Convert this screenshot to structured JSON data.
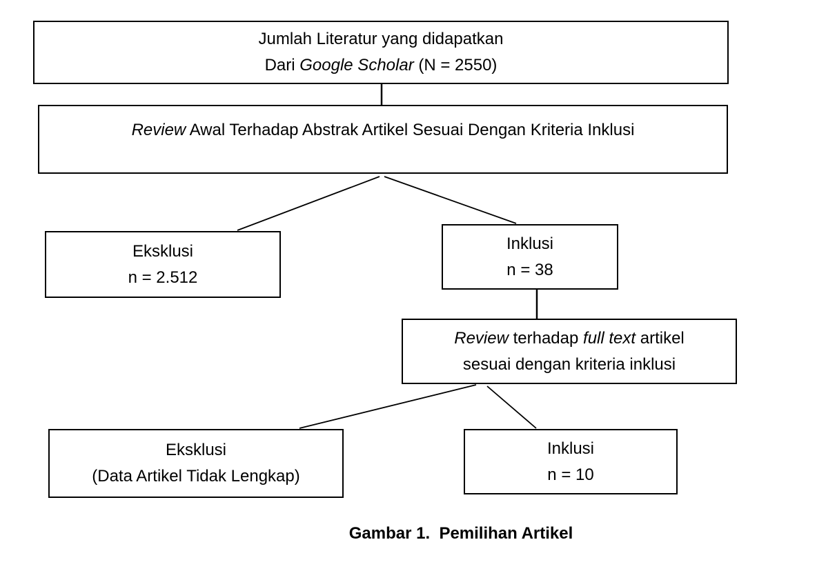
{
  "diagram": {
    "nodes": {
      "total": {
        "line1": "Jumlah Literatur yang didapatkan",
        "line2_pre": "Dari ",
        "line2_italic": "Google Scholar",
        "line2_post": " (N = 2550)"
      },
      "review_awal": {
        "italic": "Review",
        "rest": " Awal Terhadap Abstrak Artikel Sesuai Dengan Kriteria Inklusi"
      },
      "eksklusi_1": {
        "line1": "Eksklusi",
        "line2": "n = 2.512"
      },
      "inklusi_1": {
        "line1": "Inklusi",
        "line2": "n = 38"
      },
      "review_fulltext": {
        "l1_italic1": "Review",
        "l1_mid": " terhadap ",
        "l1_italic2": "full text",
        "l1_post": " artikel",
        "line2": "sesuai dengan kriteria inklusi"
      },
      "eksklusi_2": {
        "line1": "Eksklusi",
        "line2": "(Data Artikel Tidak Lengkap)"
      },
      "inklusi_2": {
        "line1": "Inklusi",
        "line2": "n = 10"
      }
    },
    "caption": "Gambar 1.  Pemilihan Artikel",
    "colors": {
      "border": "#000000",
      "background": "#ffffff",
      "text": "#000000"
    }
  }
}
